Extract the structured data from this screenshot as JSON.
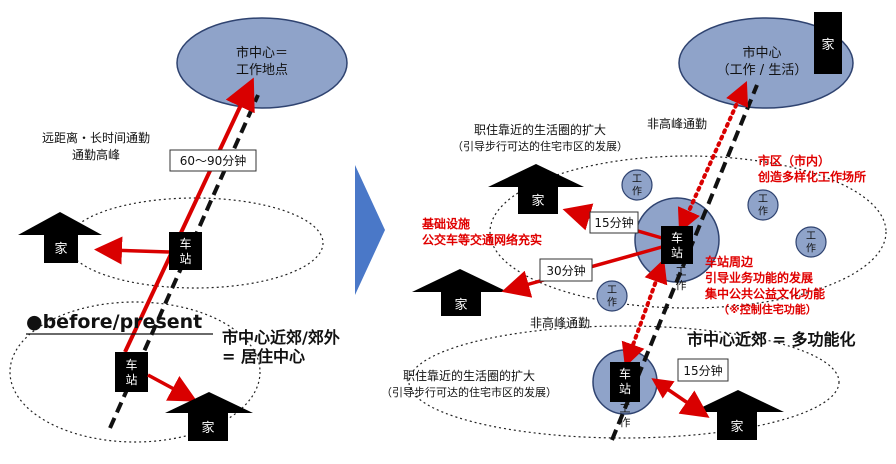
{
  "left": {
    "city_center_line1": "市中心＝",
    "city_center_line2": "工作地点",
    "commute_line1": "远距离・长时间通勤",
    "commute_line2": "通勤高峰",
    "commute_time": "60～90分钟",
    "station_upper": "车站",
    "station_lower": "车站",
    "home": "家",
    "before_present": "●before/present",
    "suburb_line1": "市中心近郊/郊外",
    "suburb_line2": "= 居住中心"
  },
  "right": {
    "city_center_line1": "市中心",
    "city_center_line2": "（工作 / 生活）",
    "home": "家",
    "offpeak_upper": "非高峰通勤",
    "offpeak_lower": "非高峰通勤",
    "expand_upper_line1": "职住靠近的生活圈的扩大",
    "expand_upper_line2": "（引导步行可达的住宅市区的发展）",
    "expand_lower_line1": "职住靠近的生活圈的扩大",
    "expand_lower_line2": "（引导步行可达的住宅市区的发展）",
    "urban_area_line1": "市区（市内）",
    "urban_area_line2": "创造多样化工作场所",
    "infra_line1": "基础设施",
    "infra_line2": "公交车等交通网络充实",
    "time_15_upper": "15分钟",
    "time_30": "30分钟",
    "time_15_lower": "15分钟",
    "work": "工作",
    "station": "车站",
    "station_area_line1": "车站周边",
    "station_area_line2": "引导业务功能的发展",
    "station_area_line3": "集中公共公益文化功能",
    "station_area_line4": "（※控制住宅功能）",
    "suburb_multi": "市中心近郊 = 多功能化"
  },
  "colors": {
    "red_arrow": "#d90000",
    "ellipse_fill": "#8fa3c9",
    "ellipse_stroke": "#2f4370",
    "chevron": "#4a78c8",
    "label_red": "#e00000"
  }
}
